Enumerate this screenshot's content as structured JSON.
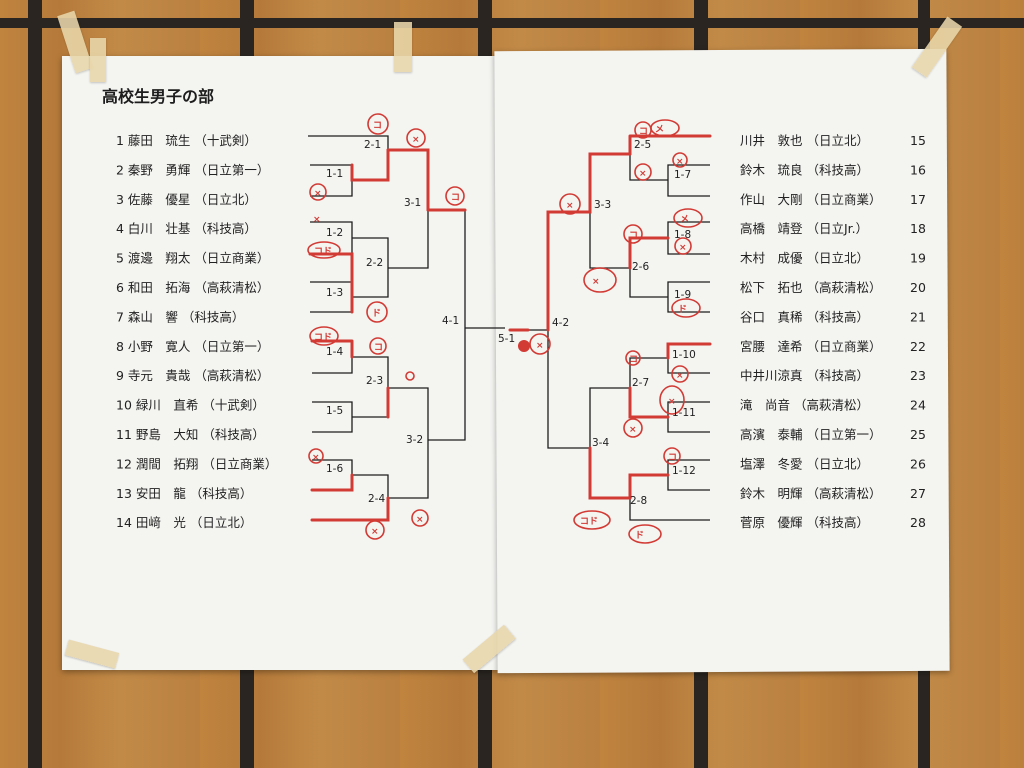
{
  "title": "高校生男子の部",
  "left_entries": [
    {
      "no": "1",
      "name": "藤田　琉生",
      "team": "（十武剣）"
    },
    {
      "no": "2",
      "name": "秦野　勇輝",
      "team": "（日立第一）"
    },
    {
      "no": "3",
      "name": "佐藤　優星",
      "team": "（日立北）"
    },
    {
      "no": "4",
      "name": "白川　壮基",
      "team": "（科技高）"
    },
    {
      "no": "5",
      "name": "渡邊　翔太",
      "team": "（日立商業）"
    },
    {
      "no": "6",
      "name": "和田　拓海",
      "team": "（高萩清松）"
    },
    {
      "no": "7",
      "name": "森山　響",
      "team": "（科技高）"
    },
    {
      "no": "8",
      "name": "小野　寛人",
      "team": "（日立第一）"
    },
    {
      "no": "9",
      "name": "寺元　貴哉",
      "team": "（高萩清松）"
    },
    {
      "no": "10",
      "name": "緑川　直希",
      "team": "（十武剣）"
    },
    {
      "no": "11",
      "name": "野島　大知",
      "team": "（科技高）"
    },
    {
      "no": "12",
      "name": "潤間　拓翔",
      "team": "（日立商業）"
    },
    {
      "no": "13",
      "name": "安田　龍",
      "team": "（科技高）"
    },
    {
      "no": "14",
      "name": "田﨑　光",
      "team": "（日立北）"
    }
  ],
  "right_entries": [
    {
      "no": "15",
      "name": "川井　敦也",
      "team": "（日立北）"
    },
    {
      "no": "16",
      "name": "鈴木　琉良",
      "team": "（科技高）"
    },
    {
      "no": "17",
      "name": "作山　大剛",
      "team": "（日立商業）"
    },
    {
      "no": "18",
      "name": "高橋　靖登",
      "team": "（日立Jr.）"
    },
    {
      "no": "19",
      "name": "木村　成優",
      "team": "（日立北）"
    },
    {
      "no": "20",
      "name": "松下　拓也",
      "team": "（高萩清松）"
    },
    {
      "no": "21",
      "name": "谷口　真稀",
      "team": "（科技高）"
    },
    {
      "no": "22",
      "name": "宮腰　達希",
      "team": "（日立商業）"
    },
    {
      "no": "23",
      "name": "中井川涼真",
      "team": "（科技高）"
    },
    {
      "no": "24",
      "name": "滝　尚音",
      "team": "（高萩清松）"
    },
    {
      "no": "25",
      "name": "高濱　泰輔",
      "team": "（日立第一）"
    },
    {
      "no": "26",
      "name": "塩澤　冬愛",
      "team": "（日立北）"
    },
    {
      "no": "27",
      "name": "鈴木　明輝",
      "team": "（高萩清松）"
    },
    {
      "no": "28",
      "name": "菅原　優輝",
      "team": "（科技高）"
    }
  ],
  "match_labels": {
    "m1_1": "1-1",
    "m1_2": "1-2",
    "m1_3": "1-3",
    "m1_4": "1-4",
    "m1_5": "1-5",
    "m1_6": "1-6",
    "m1_7": "1-7",
    "m1_8": "1-8",
    "m1_9": "1-9",
    "m1_10": "1-10",
    "m1_11": "1-11",
    "m1_12": "1-12",
    "m2_1": "2-1",
    "m2_2": "2-2",
    "m2_3": "2-3",
    "m2_4": "2-4",
    "m2_5": "2-5",
    "m2_6": "2-6",
    "m2_7": "2-7",
    "m2_8": "2-8",
    "m3_1": "3-1",
    "m3_2": "3-2",
    "m3_3": "3-3",
    "m3_4": "3-4",
    "m4_1": "4-1",
    "m4_2": "4-2",
    "m5_1": "5-1"
  },
  "handwritten_marks": {
    "kote": "コ",
    "do": "ド",
    "men": "メ",
    "foul": "×",
    "kote_do": "コド"
  },
  "colors": {
    "ink": "#1e1e1e",
    "red_pen": "#d23a34",
    "paper": "#f4f4f1",
    "wood": "#b8793d",
    "frame": "#2a2520",
    "tape": "#e8d6aa"
  }
}
